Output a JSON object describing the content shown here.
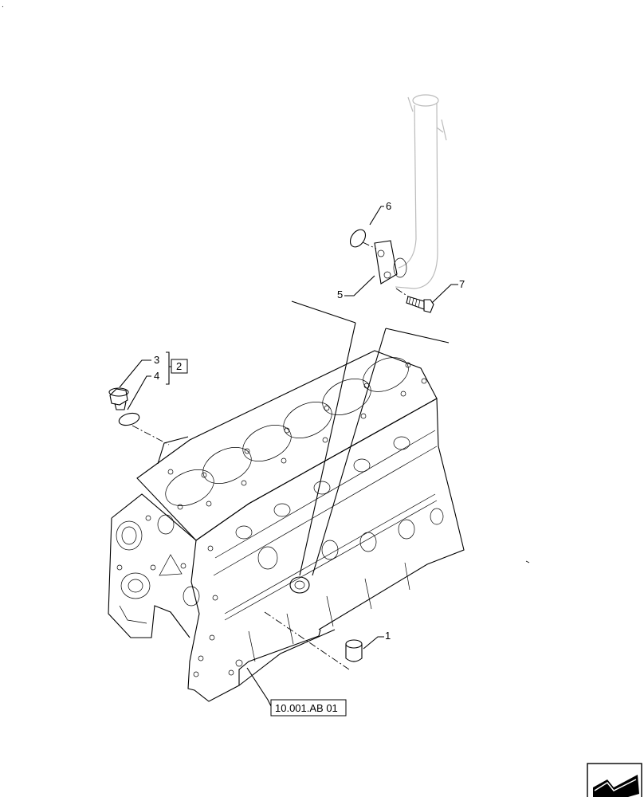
{
  "diagram": {
    "callouts": [
      {
        "id": "1",
        "text": "1"
      },
      {
        "id": "2",
        "text": "2"
      },
      {
        "id": "3",
        "text": "3"
      },
      {
        "id": "4",
        "text": "4"
      },
      {
        "id": "5",
        "text": "5"
      },
      {
        "id": "6",
        "text": "6"
      },
      {
        "id": "7",
        "text": "7"
      }
    ],
    "reference_link": "10.001.AB 01",
    "corner_mark": "."
  },
  "icons": {
    "nav_arrow": "next-page-arrow-icon"
  }
}
